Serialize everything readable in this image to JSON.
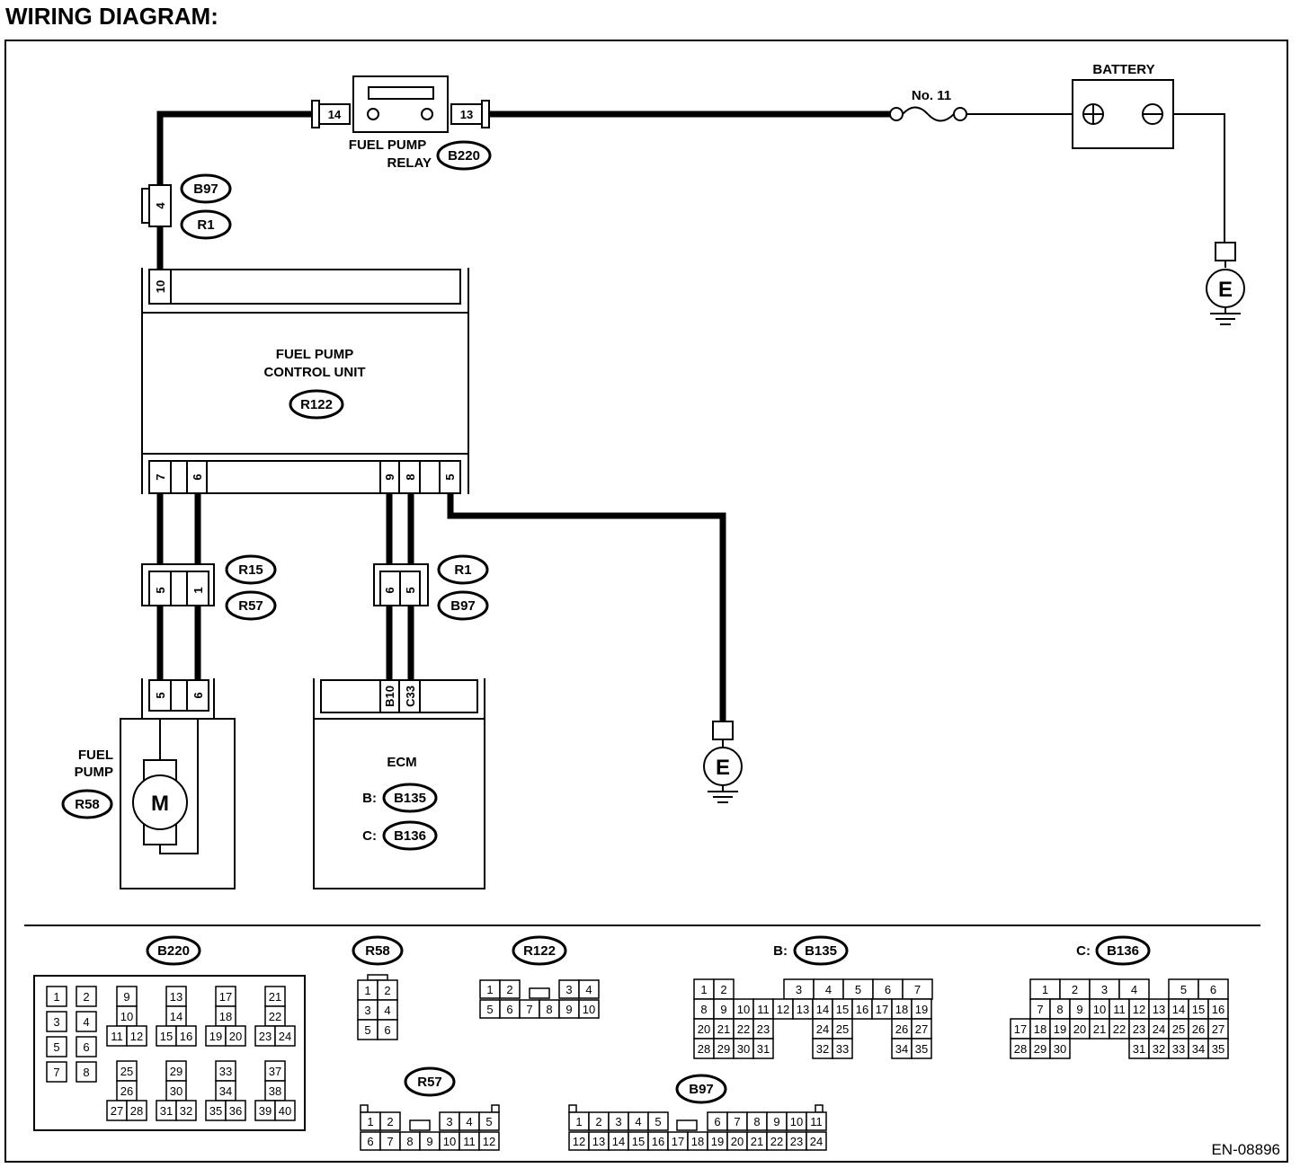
{
  "title": "WIRING DIAGRAM:",
  "doc_code": "EN-08896",
  "components": {
    "fuel_pump_relay": {
      "name_l1": "FUEL PUMP",
      "name_l2": "RELAY",
      "connector": "B220",
      "pin_a": "14",
      "pin_b": "13"
    },
    "fuse": {
      "label": "No. 11"
    },
    "battery": {
      "label": "BATTERY"
    },
    "ground": {
      "label": "E"
    },
    "junction_b97_r1": {
      "pin": "4",
      "conn_a": "B97",
      "conn_b": "R1"
    },
    "fpcu": {
      "name_l1": "FUEL PUMP",
      "name_l2": "CONTROL UNIT",
      "connector": "R122",
      "top_pin": "10",
      "bottom_pins": [
        "7",
        "6",
        "9",
        "8",
        "5"
      ]
    },
    "junction_r15_r57": {
      "pins": [
        "5",
        "1"
      ],
      "conn_a": "R15",
      "conn_b": "R57"
    },
    "junction_r1_b97": {
      "pins": [
        "6",
        "5"
      ],
      "conn_a": "R1",
      "conn_b": "B97"
    },
    "fuel_pump": {
      "name_l1": "FUEL",
      "name_l2": "PUMP",
      "connector": "R58",
      "pins": [
        "5",
        "6"
      ],
      "motor": "M"
    },
    "ecm": {
      "name": "ECM",
      "pins": [
        "B10",
        "C33"
      ],
      "b_prefix": "B:",
      "b_conn": "B135",
      "c_prefix": "C:",
      "c_conn": "B136"
    }
  },
  "connector_views": {
    "b220": {
      "label": "B220",
      "pins": [
        "1",
        "2",
        "3",
        "4",
        "5",
        "6",
        "7",
        "8",
        "9",
        "10",
        "11",
        "12",
        "13",
        "14",
        "15",
        "16",
        "17",
        "18",
        "19",
        "20",
        "21",
        "22",
        "23",
        "24",
        "25",
        "26",
        "27",
        "28",
        "29",
        "30",
        "31",
        "32",
        "33",
        "34",
        "35",
        "36",
        "37",
        "38",
        "39",
        "40"
      ]
    },
    "r58": {
      "label": "R58",
      "pins": [
        "1",
        "2",
        "3",
        "4",
        "5",
        "6"
      ]
    },
    "r122": {
      "label": "R122",
      "pins": [
        "1",
        "2",
        "3",
        "4",
        "5",
        "6",
        "7",
        "8",
        "9",
        "10"
      ]
    },
    "b135": {
      "prefix": "B:",
      "label": "B135",
      "pins": [
        "1",
        "2",
        "3",
        "4",
        "5",
        "6",
        "7",
        "8",
        "9",
        "10",
        "11",
        "12",
        "13",
        "14",
        "15",
        "16",
        "17",
        "18",
        "19",
        "20",
        "21",
        "22",
        "23",
        "24",
        "25",
        "26",
        "27",
        "28",
        "29",
        "30",
        "31",
        "32",
        "33",
        "34",
        "35"
      ]
    },
    "b136": {
      "prefix": "C:",
      "label": "B136",
      "pins": [
        "1",
        "2",
        "3",
        "4",
        "5",
        "6",
        "7",
        "8",
        "9",
        "10",
        "11",
        "12",
        "13",
        "14",
        "15",
        "16",
        "17",
        "18",
        "19",
        "20",
        "21",
        "22",
        "23",
        "24",
        "25",
        "26",
        "27",
        "28",
        "29",
        "30",
        "31",
        "32",
        "33",
        "34",
        "35"
      ]
    },
    "r57": {
      "label": "R57",
      "pins": [
        "1",
        "2",
        "3",
        "4",
        "5",
        "6",
        "7",
        "8",
        "9",
        "10",
        "11",
        "12"
      ]
    },
    "b97": {
      "label": "B97",
      "pins": [
        "1",
        "2",
        "3",
        "4",
        "5",
        "6",
        "7",
        "8",
        "9",
        "10",
        "11",
        "12",
        "13",
        "14",
        "15",
        "16",
        "17",
        "18",
        "19",
        "20",
        "21",
        "22",
        "23",
        "24"
      ]
    }
  }
}
